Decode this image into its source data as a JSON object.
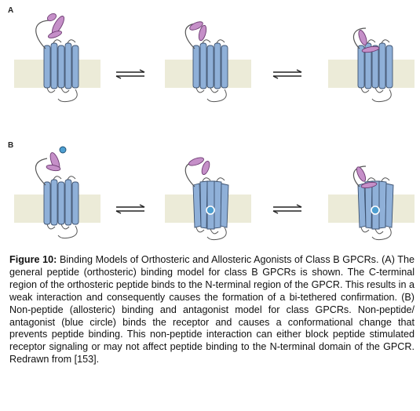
{
  "figure": {
    "panel_a_label": "A",
    "panel_b_label": "B",
    "colors": {
      "membrane": "#ecebd8",
      "receptor": "#8fb0d8",
      "receptor_stroke": "#3d5270",
      "peptide": "#c58fc8",
      "peptide_stroke": "#6d3c72",
      "antagonist": "#4e9fd1",
      "loop": "#555555",
      "arrow": "#222222"
    }
  },
  "caption": {
    "bold": "Figure 10:",
    "text": " Binding Models of Orthosteric and Allosteric Agonists of Class B GPCRs. (A) The general peptide (orthosteric) binding model for class B GPCRs is shown. The C-terminal region of the orthosteric peptide binds to the N-terminal region of the GPCR. This results in a weak interaction and consequently causes the formation of a bi-tethered confirmation. (B) Non-peptide (allosteric) binding and antagonist model for class GPCRs. Non-peptide/ antagonist (blue circle) binds the receptor and causes a conformational change that prevents peptide binding. This non-peptide interaction can either block peptide stimulated receptor signaling or may not affect peptide binding to the N-terminal domain of the GPCR. Redrawn from [153]."
  }
}
